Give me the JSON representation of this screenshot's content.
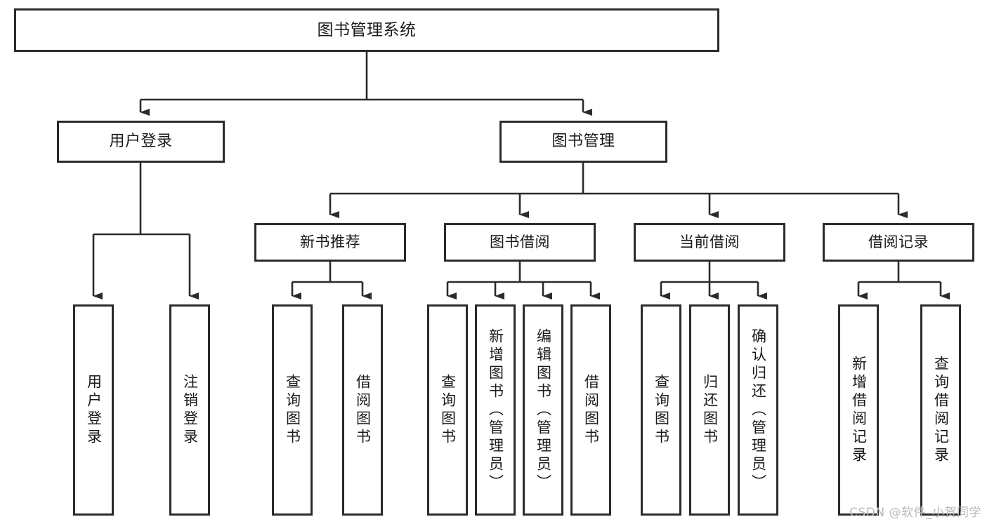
{
  "diagram": {
    "title": "图书管理系统",
    "type": "tree",
    "orientation": "top-down",
    "colors": {
      "node_border": "#2b2b2b",
      "node_fill": "#ffffff",
      "connector": "#2b2b2b",
      "background": "#ffffff",
      "watermark": "#b9b9b9"
    },
    "root": {
      "label": "图书管理系统"
    },
    "level1": [
      {
        "label": "用户登录"
      },
      {
        "label": "图书管理"
      }
    ],
    "level2": [
      {
        "label": "新书推荐"
      },
      {
        "label": "图书借阅"
      },
      {
        "label": "当前借阅"
      },
      {
        "label": "借阅记录"
      }
    ],
    "leaves": {
      "user_login": [
        {
          "label": "用户登录"
        },
        {
          "label": "注销登录"
        }
      ],
      "new_book_recommend": [
        {
          "label": "查询图书"
        },
        {
          "label": "借阅图书"
        }
      ],
      "book_borrow": [
        {
          "label": "查询图书"
        },
        {
          "label": "新增图书（管理员）"
        },
        {
          "label": "编辑图书（管理员）"
        },
        {
          "label": "借阅图书"
        }
      ],
      "current_borrow": [
        {
          "label": "查询图书"
        },
        {
          "label": "归还图书"
        },
        {
          "label": "确认归还（管理员）"
        }
      ],
      "borrow_record": [
        {
          "label": "新增借阅记录"
        },
        {
          "label": "查询借阅记录"
        }
      ]
    }
  },
  "watermark": {
    "text": "CSDN @软件_小贺同学"
  }
}
